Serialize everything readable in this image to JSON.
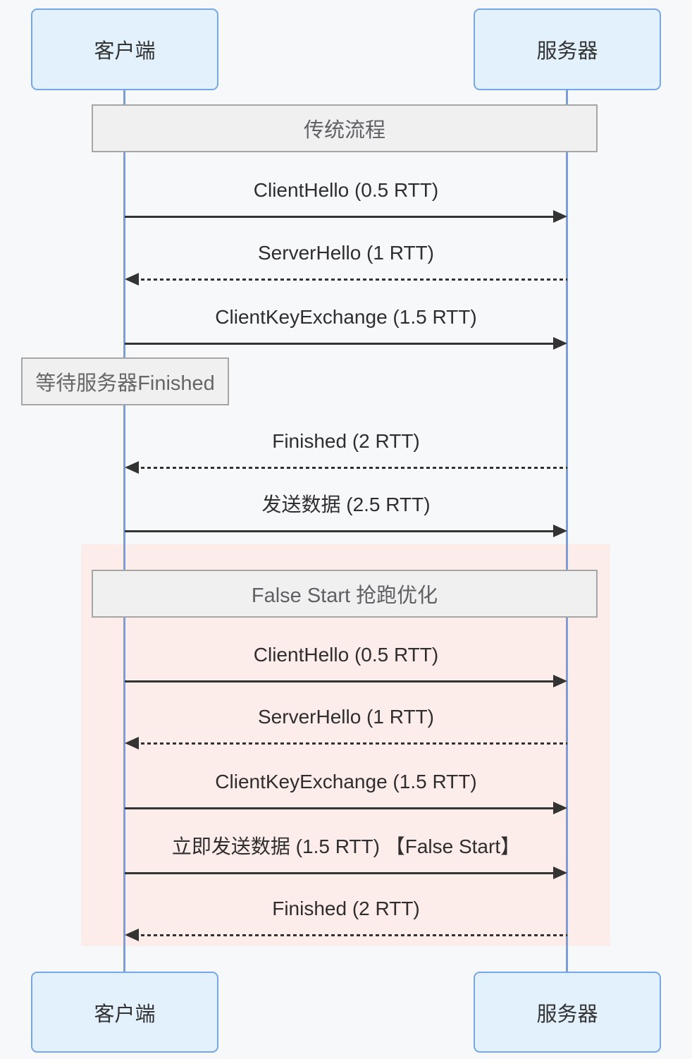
{
  "diagram": {
    "type": "sequence-diagram",
    "actors": {
      "client": "客户端",
      "server": "服务器"
    },
    "sections": [
      {
        "title": "传统流程"
      },
      {
        "title": "False Start 抢跑优化"
      }
    ],
    "note": {
      "text": "等待服务器Finished",
      "over": "客户端"
    },
    "messages": [
      {
        "label": "ClientHello (0.5 RTT)",
        "from": "客户端",
        "to": "服务器",
        "line": "solid",
        "section": "传统流程"
      },
      {
        "label": "ServerHello (1 RTT)",
        "from": "服务器",
        "to": "客户端",
        "line": "dotted",
        "section": "传统流程"
      },
      {
        "label": "ClientKeyExchange (1.5 RTT)",
        "from": "客户端",
        "to": "服务器",
        "line": "solid",
        "section": "传统流程"
      },
      {
        "label": "Finished (2 RTT)",
        "from": "服务器",
        "to": "客户端",
        "line": "dotted",
        "section": "传统流程"
      },
      {
        "label": "发送数据 (2.5 RTT)",
        "from": "客户端",
        "to": "服务器",
        "line": "solid",
        "section": "传统流程"
      },
      {
        "label": "ClientHello (0.5 RTT)",
        "from": "客户端",
        "to": "服务器",
        "line": "solid",
        "section": "False Start 抢跑优化"
      },
      {
        "label": "ServerHello (1 RTT)",
        "from": "服务器",
        "to": "客户端",
        "line": "dotted",
        "section": "False Start 抢跑优化"
      },
      {
        "label": "ClientKeyExchange (1.5 RTT)",
        "from": "客户端",
        "to": "服务器",
        "line": "solid",
        "section": "False Start 抢跑优化"
      },
      {
        "label": "立即发送数据 (1.5 RTT) 【False Start】",
        "from": "客户端",
        "to": "服务器",
        "line": "solid",
        "section": "False Start 抢跑优化"
      },
      {
        "label": "Finished (2 RTT)",
        "from": "服务器",
        "to": "客户端",
        "line": "dotted",
        "section": "False Start 抢跑优化"
      }
    ],
    "colors": {
      "canvas_bg": "#f7f8fa",
      "actor_fill": "#e3f1fd",
      "actor_border": "#74a7ec",
      "actor_text": "#333333",
      "lifeline": "#6d9ff2",
      "label_fill": "#f0f0f0",
      "label_border": "#a6a6a6",
      "label_text": "#5e6063",
      "note_fill": "#f0f0f0",
      "note_border": "#a6a6a6",
      "note_text": "#666666",
      "message_text": "#2e2e2e",
      "arrow": "#333333",
      "section_bg": "#fcecea"
    }
  }
}
